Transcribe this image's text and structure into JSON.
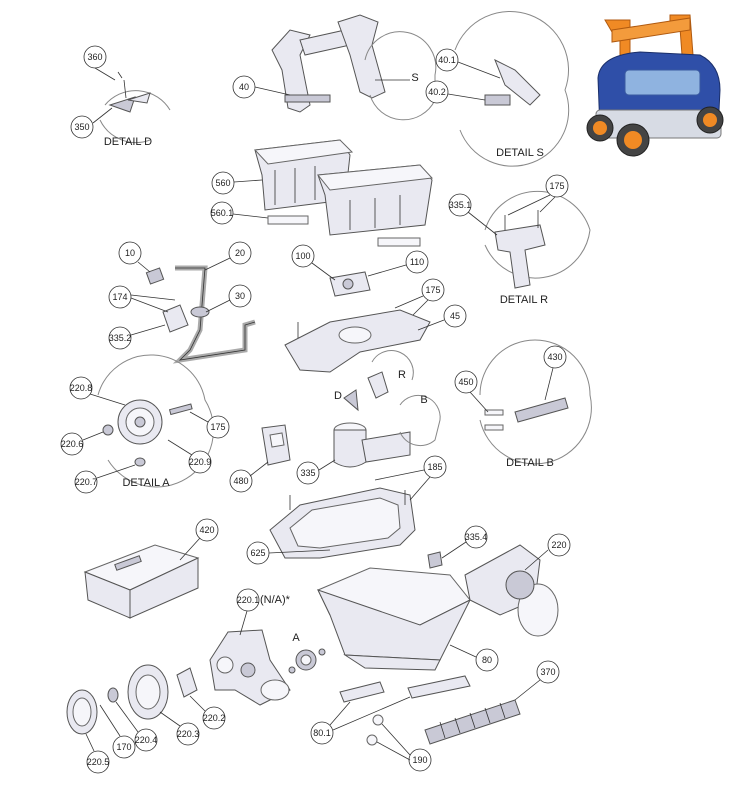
{
  "diagram": {
    "callouts": {
      "c360": "360",
      "c350": "350",
      "c40": "40",
      "c40_1": "40.1",
      "c40_2": "40.2",
      "c560": "560",
      "c560_1": "560.1",
      "c335_1": "335.1",
      "c175_r": "175",
      "c10": "10",
      "c20": "20",
      "c100": "100",
      "c110": "110",
      "c175_m": "175",
      "c174": "174",
      "c30": "30",
      "c45": "45",
      "c335_2": "335.2",
      "c430": "430",
      "c450": "450",
      "c220_8": "220.8",
      "c175_a": "175",
      "c220_6": "220.6",
      "c220_9": "220.9",
      "c220_7": "220.7",
      "c480": "480",
      "c335": "335",
      "c185": "185",
      "c420": "420",
      "c625": "625",
      "c335_4": "335.4",
      "c220": "220",
      "c220_1": "220.1",
      "c80": "80",
      "c370": "370",
      "c220_5": "220.5",
      "c170": "170",
      "c220_4": "220.4",
      "c220_3": "220.3",
      "c220_2": "220.2",
      "c80_1": "80.1",
      "c190": "190"
    },
    "captions": {
      "detail_d": "DETAIL D",
      "detail_s": "DETAIL S",
      "detail_r": "DETAIL R",
      "detail_b": "DETAIL B",
      "detail_a": "DETAIL A"
    },
    "letters": {
      "s": "S",
      "r": "R",
      "d": "D",
      "b": "B",
      "a": "A",
      "na": "(N/A)*"
    },
    "colors": {
      "robot_body": "#2f4fa8",
      "robot_handle": "#f08a24",
      "part_fill": "#e9e9f1",
      "outline": "#555555"
    }
  }
}
